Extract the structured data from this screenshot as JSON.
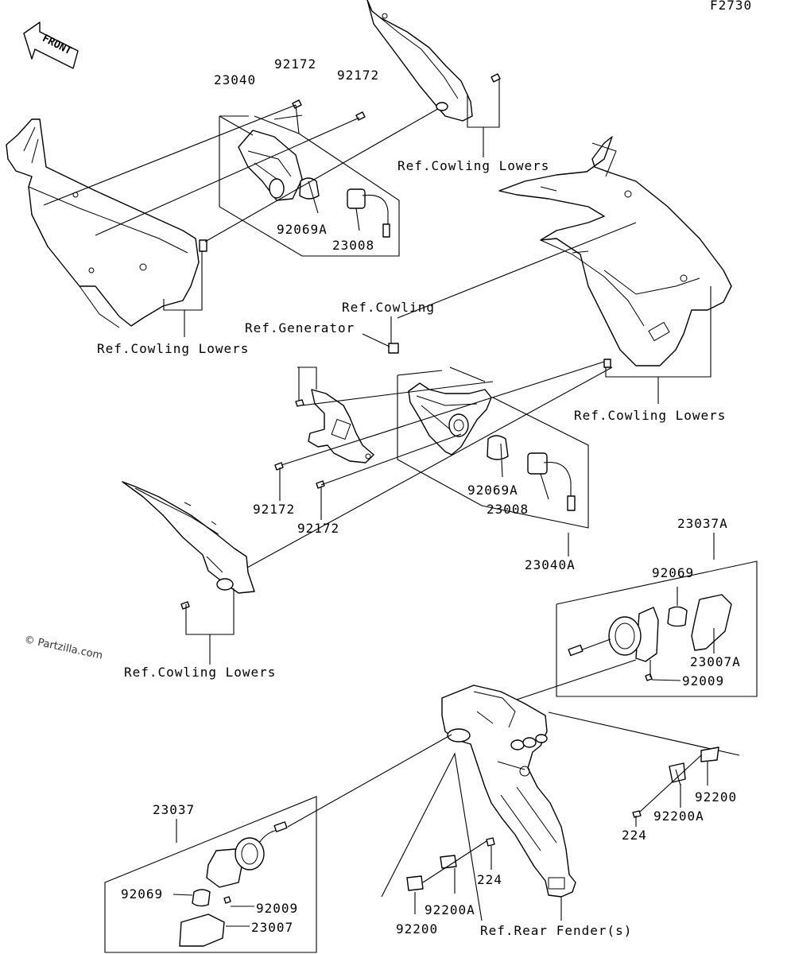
{
  "diagram_code": "F2730",
  "direction_label": "FRONT",
  "watermark": "© Partzilla.com",
  "labels": {
    "p23040": "23040",
    "p92172_a": "92172",
    "p92172_b": "92172",
    "ref_cowling_lowers_1": "Ref.Cowling Lowers",
    "p92069A_a": "92069A",
    "p23008_a": "23008",
    "ref_cowling_lowers_2": "Ref.Cowling Lowers",
    "ref_cowling": "Ref.Cowling",
    "ref_generator": "Ref.Generator",
    "ref_cowling_lowers_3": "Ref.Cowling Lowers",
    "p92069A_b": "92069A",
    "p23008_b": "23008",
    "p92172_c": "92172",
    "p92172_d": "92172",
    "p23040A": "23040A",
    "p23037A": "23037A",
    "p92069_a": "92069",
    "p23007A": "23007A",
    "p92009_a": "92009",
    "ref_cowling_lowers_4": "Ref.Cowling Lowers",
    "p92200_a": "92200",
    "p92200A_a": "92200A",
    "p224_a": "224",
    "p23037": "23037",
    "p92069_b": "92069",
    "p92009_b": "92009",
    "p23007": "23007",
    "p224_b": "224",
    "p92200A_b": "92200A",
    "p92200_b": "92200",
    "ref_rear_fender": "Ref.Rear Fender(s)"
  }
}
